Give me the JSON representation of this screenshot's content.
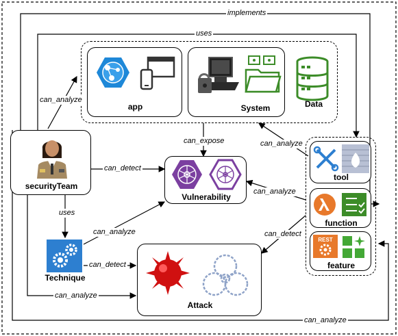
{
  "nodes": {
    "app": "app",
    "system": "System",
    "data": "Data",
    "security_team": "securityTeam",
    "vulnerability": "Vulnerability",
    "technique": "Technique",
    "attack": "Attack",
    "tool": "tool",
    "function": "function",
    "feature": "feature",
    "feature_badge": "REST"
  },
  "edges": {
    "implements": "implements",
    "uses_top": "uses",
    "can_analyze_team_app": "can_analyze",
    "can_expose": "can_expose",
    "can_analyze_tool_system": "can_analyze",
    "can_detect_team_vuln": "can_detect",
    "can_analyze_tool_vuln": "can_analyze",
    "uses_team_technique": "uses",
    "can_analyze_technique_vuln": "can_analyze",
    "can_detect_tool_attack": "can_detect",
    "can_detect_technique_attack": "can_detect",
    "can_analyze_team_attack": "can_analyze",
    "can_analyze_outer": "can_analyze"
  },
  "colors": {
    "azure_blue": "#1e88d8",
    "vuln_purple": "#7b3fa0",
    "green": "#3c8c28",
    "attack_red": "#d01010",
    "lambda_orange": "#e8792b",
    "technique_blue": "#2d7fd0"
  }
}
